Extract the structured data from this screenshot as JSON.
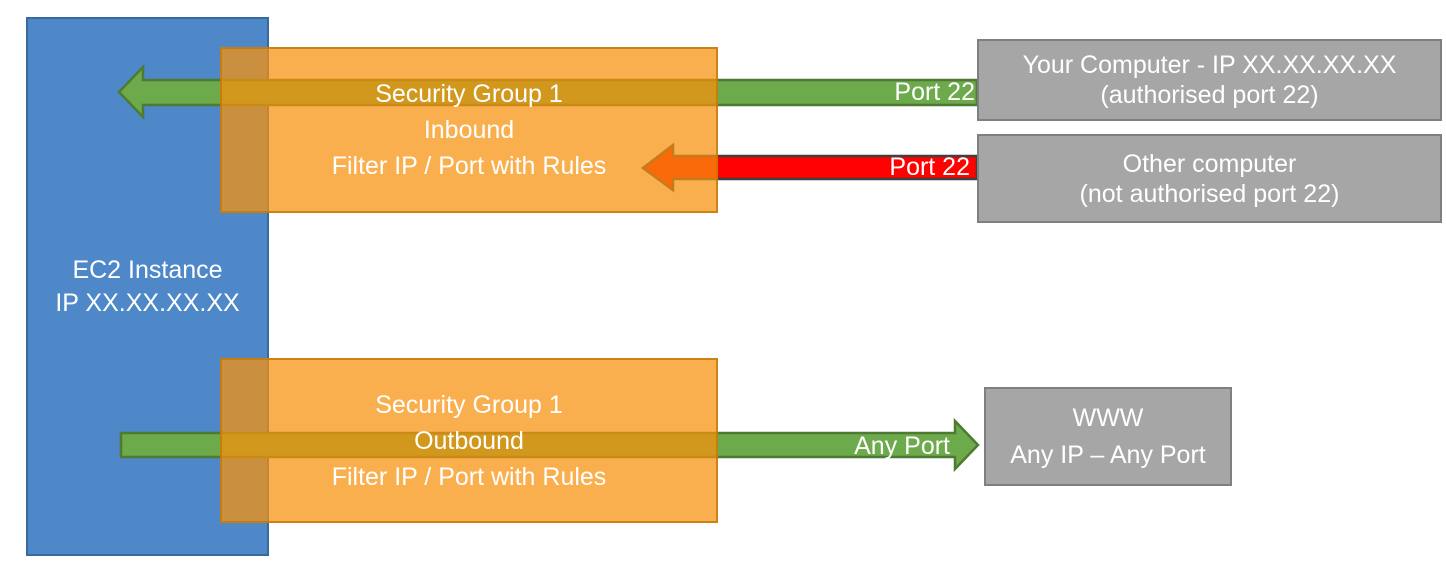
{
  "diagram": {
    "ec2_box": {
      "line1": "EC2 Instance",
      "line2": "IP XX.XX.XX.XX"
    },
    "inbound_sg": {
      "line1": "Security Group 1",
      "line2": "Inbound",
      "line3": "Filter IP / Port with Rules"
    },
    "outbound_sg": {
      "line1": "Security Group 1",
      "line2": "Outbound",
      "line3": "Filter IP / Port with Rules"
    },
    "your_computer": {
      "line1": "Your Computer - IP XX.XX.XX.XX",
      "line2": "(authorised port 22)"
    },
    "other_computer": {
      "line1": "Other computer",
      "line2": "(not authorised port 22)"
    },
    "www": {
      "line1": "WWW",
      "line2": "Any IP – Any Port"
    },
    "arrows": {
      "inbound_allowed_label": "Port 22",
      "inbound_blocked_label": "Port 22",
      "outbound_label": "Any Port"
    },
    "colors": {
      "ec2_fill": "#4E88C8",
      "ec2_border": "#3A699E",
      "security_group_fill": "#F8920D",
      "security_group_border": "#C17805",
      "allowed_arrow_fill": "#6CAA4B",
      "allowed_arrow_border": "#4E7A33",
      "blocked_arrow_fill": "#FE0100",
      "blocked_arrow_border": "#404040",
      "endpoint_fill": "#A6A6A6",
      "endpoint_border": "#7F7F7F",
      "text": "#FFFFFF"
    }
  }
}
